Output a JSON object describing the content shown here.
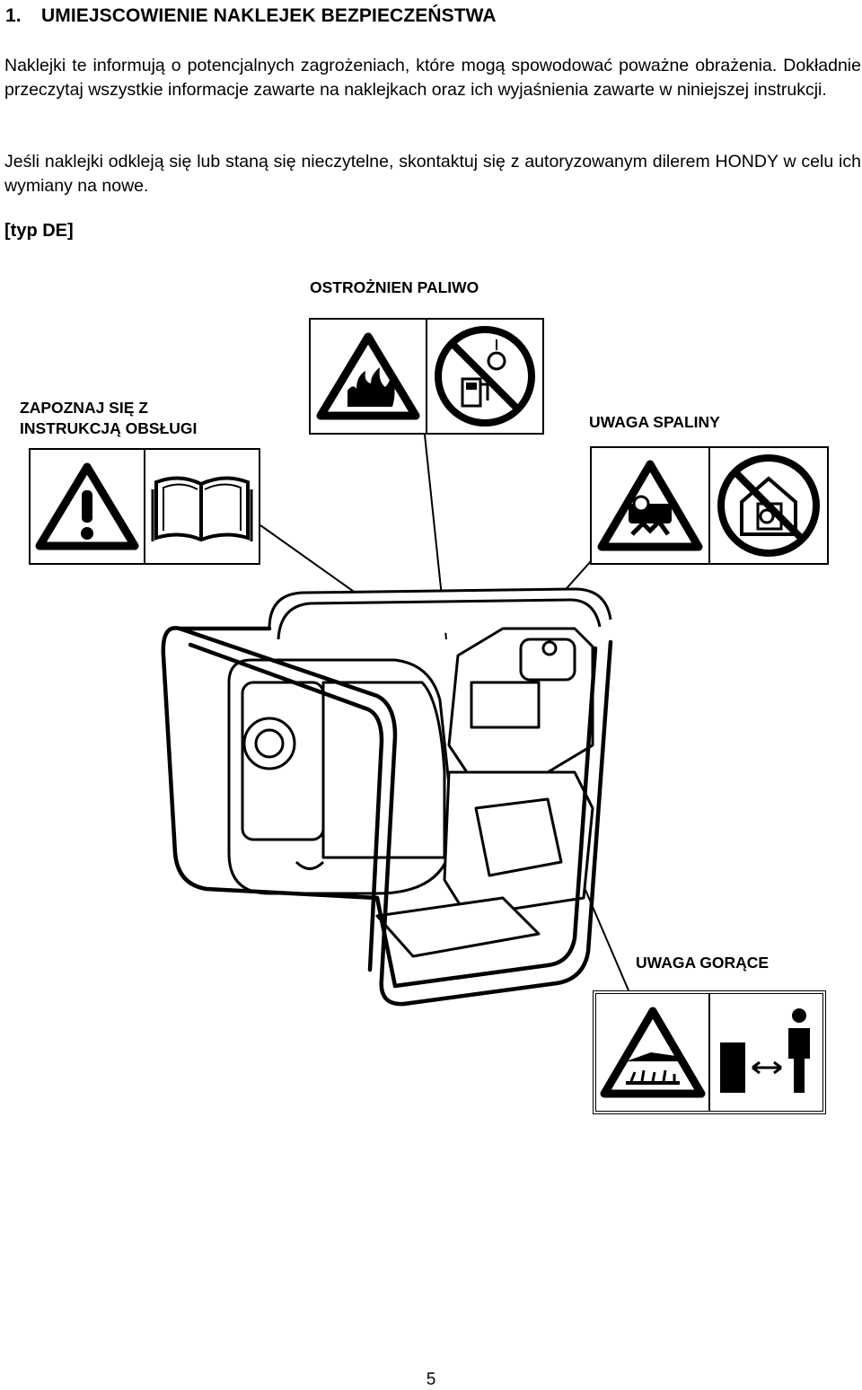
{
  "section": {
    "number": "1.",
    "title": "UMIEJSCOWIENIE NAKLEJEK BEZPIECZEŃSTWA"
  },
  "paragraphs": {
    "p1": "Naklejki te informują o potencjalnych zagrożeniach, które mogą spowodować poważne obrażenia. Dokładnie przeczytaj wszystkie informacje zawarte na naklejkach oraz ich wyjaśnienia zawarte w niniejszej instrukcji.",
    "p2": "Jeśli naklejki odkleją się lub staną się nieczytelne, skontaktuj się z autoryzowanym dilerem HONDY w celu ich wymiany na nowe."
  },
  "type_tag": "[typ DE]",
  "labels": {
    "fuel": "OSTROŻNIEN PALIWO",
    "manual_line1": "ZAPOZNAJ SIĘ Z",
    "manual_line2": "INSTRUKCJĄ OBSŁUGI",
    "exhaust": "UWAGA SPALINY",
    "hot": "UWAGA GORĄCE"
  },
  "icons": {
    "fuel_sticker": [
      "fire-warning-icon",
      "no-smoking-fuel-icon"
    ],
    "manual_sticker": [
      "exclamation-warning-icon",
      "open-book-icon"
    ],
    "exhaust_sticker": [
      "toxic-gas-warning-icon",
      "no-indoor-use-icon"
    ],
    "hot_sticker": [
      "hot-surface-warning-icon",
      "keep-distance-icon"
    ]
  },
  "page_number": "5"
}
